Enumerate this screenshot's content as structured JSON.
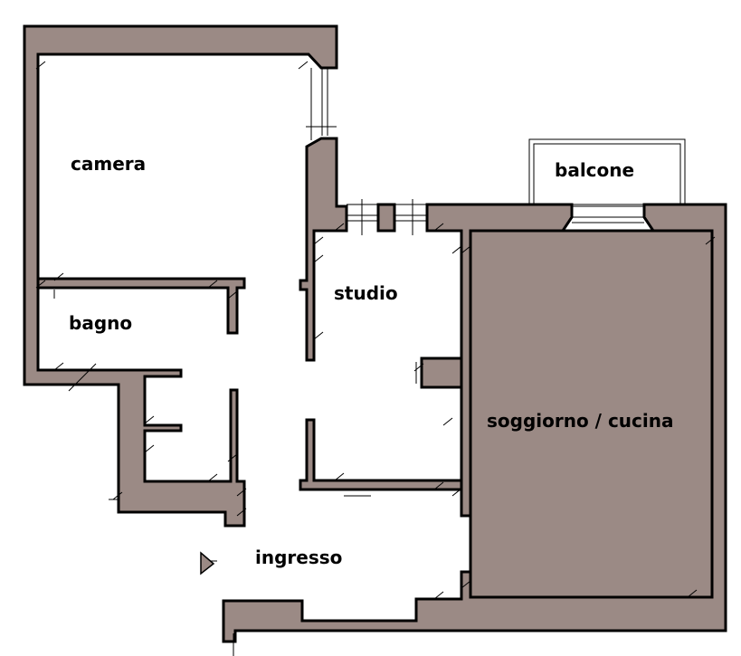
{
  "rooms": {
    "camera": "camera",
    "bagno": "bagno",
    "studio": "studio",
    "balcone": "balcone",
    "soggiorno": "soggiorno / cucina",
    "ingresso": "ingresso"
  },
  "colors": {
    "wall_fill": "#9b8a85",
    "wall_outline": "#000000",
    "background": "#ffffff"
  }
}
